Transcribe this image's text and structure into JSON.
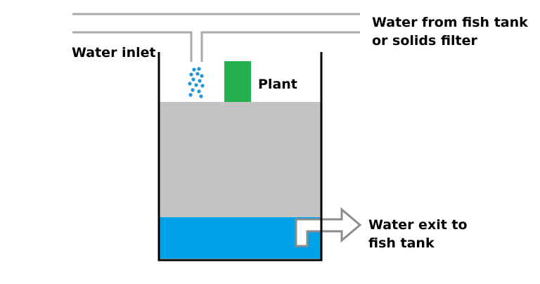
{
  "labels": {
    "source_line1": "Water from fish tank",
    "source_line2": "or solids filter",
    "inlet": "Water inlet",
    "plant": "Plant",
    "exit_line1": "Water exit to",
    "exit_line2": "fish tank"
  },
  "colors": {
    "background": "#ffffff",
    "outline": "#000000",
    "pipe": "#aaaaaa",
    "grow_media": "#c3c3c3",
    "water": "#00a2e8",
    "plant": "#22b14c",
    "droplets": "#1e96d8",
    "arrow_fill": "#ffffff",
    "arrow_stroke": "#8c8c8c"
  }
}
